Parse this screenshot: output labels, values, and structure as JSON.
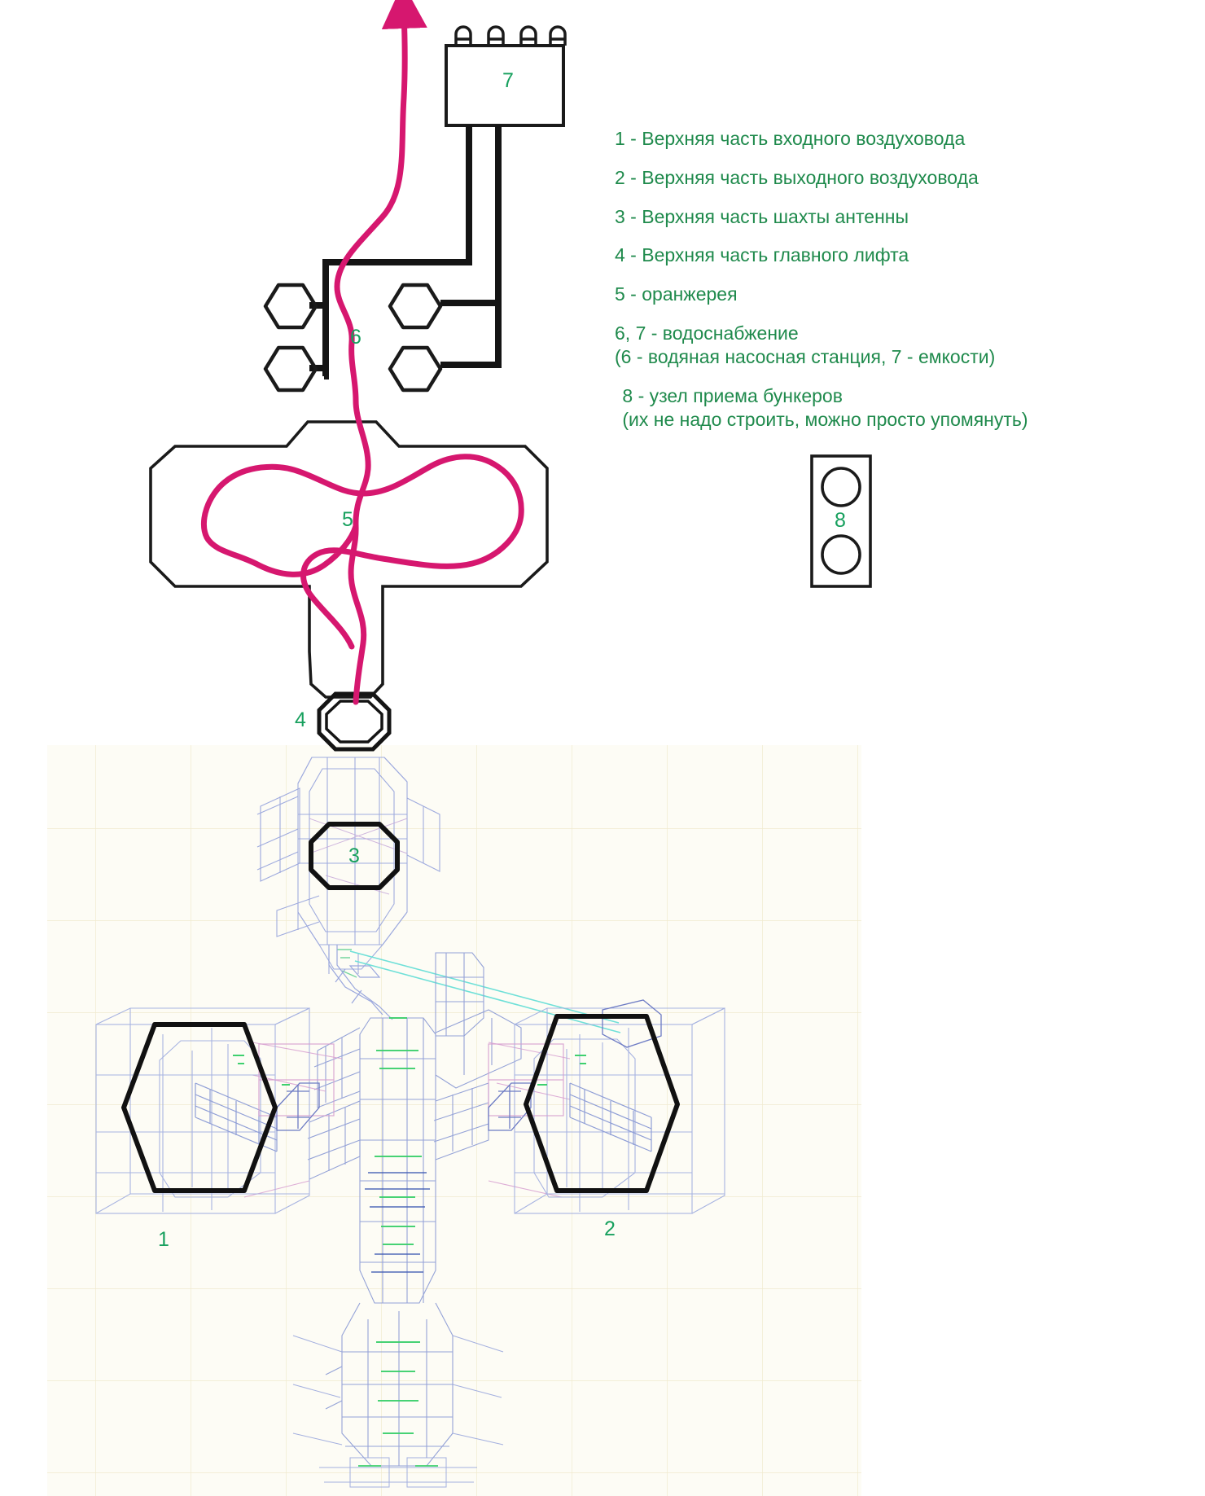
{
  "diagram": {
    "title_visible": false,
    "colors": {
      "outline": "#1a1a1a",
      "route": "#d6176f",
      "label_green": "#17a05e",
      "legend_green": "#1f8a4c",
      "cad_grid": "#f2efdc",
      "cad_blue": "#8f9ed6",
      "cad_green": "#4fd07a",
      "cad_pink": "#e0a8d8",
      "cad_cyan": "#7fe3e0",
      "background": "#ffffff"
    }
  },
  "legend": {
    "items": [
      {
        "id": "1",
        "text": "1 - Верхняя часть входного воздуховода"
      },
      {
        "id": "2",
        "text": "2 - Верхняя часть выходного воздуховода"
      },
      {
        "id": "3",
        "text": "3 - Верхняя часть шахты антенны"
      },
      {
        "id": "4",
        "text": "4 - Верхняя часть главного лифта"
      },
      {
        "id": "5",
        "text": "5 - оранжерея"
      },
      {
        "id": "67",
        "text": "6, 7 - водоснабжение"
      },
      {
        "id": "67b",
        "text": "(6 - водяная насосная станция, 7 - емкости)"
      },
      {
        "id": "8",
        "text": " 8 - узел приема бункеров"
      },
      {
        "id": "8b",
        "text": " (их не надо строить, можно просто упомянуть)"
      }
    ]
  },
  "callouts": {
    "tank_label": "7",
    "pump_label": "6",
    "greenhouse_label": "5",
    "lift_label": "4",
    "antenna_label": "3",
    "intake_label": "1",
    "exhaust_label": "2",
    "bunker_label": "8"
  },
  "shapes": {
    "tank_box": {
      "name": "water tanks",
      "valve_count": 4
    },
    "pump_station": {
      "name": "water pump station",
      "hexagon_count": 4
    },
    "greenhouse": {
      "name": "orangery / greenhouse"
    },
    "main_lift": {
      "name": "main elevator top"
    },
    "bunker_node": {
      "name": "bunker reception node",
      "circle_count": 2
    }
  }
}
